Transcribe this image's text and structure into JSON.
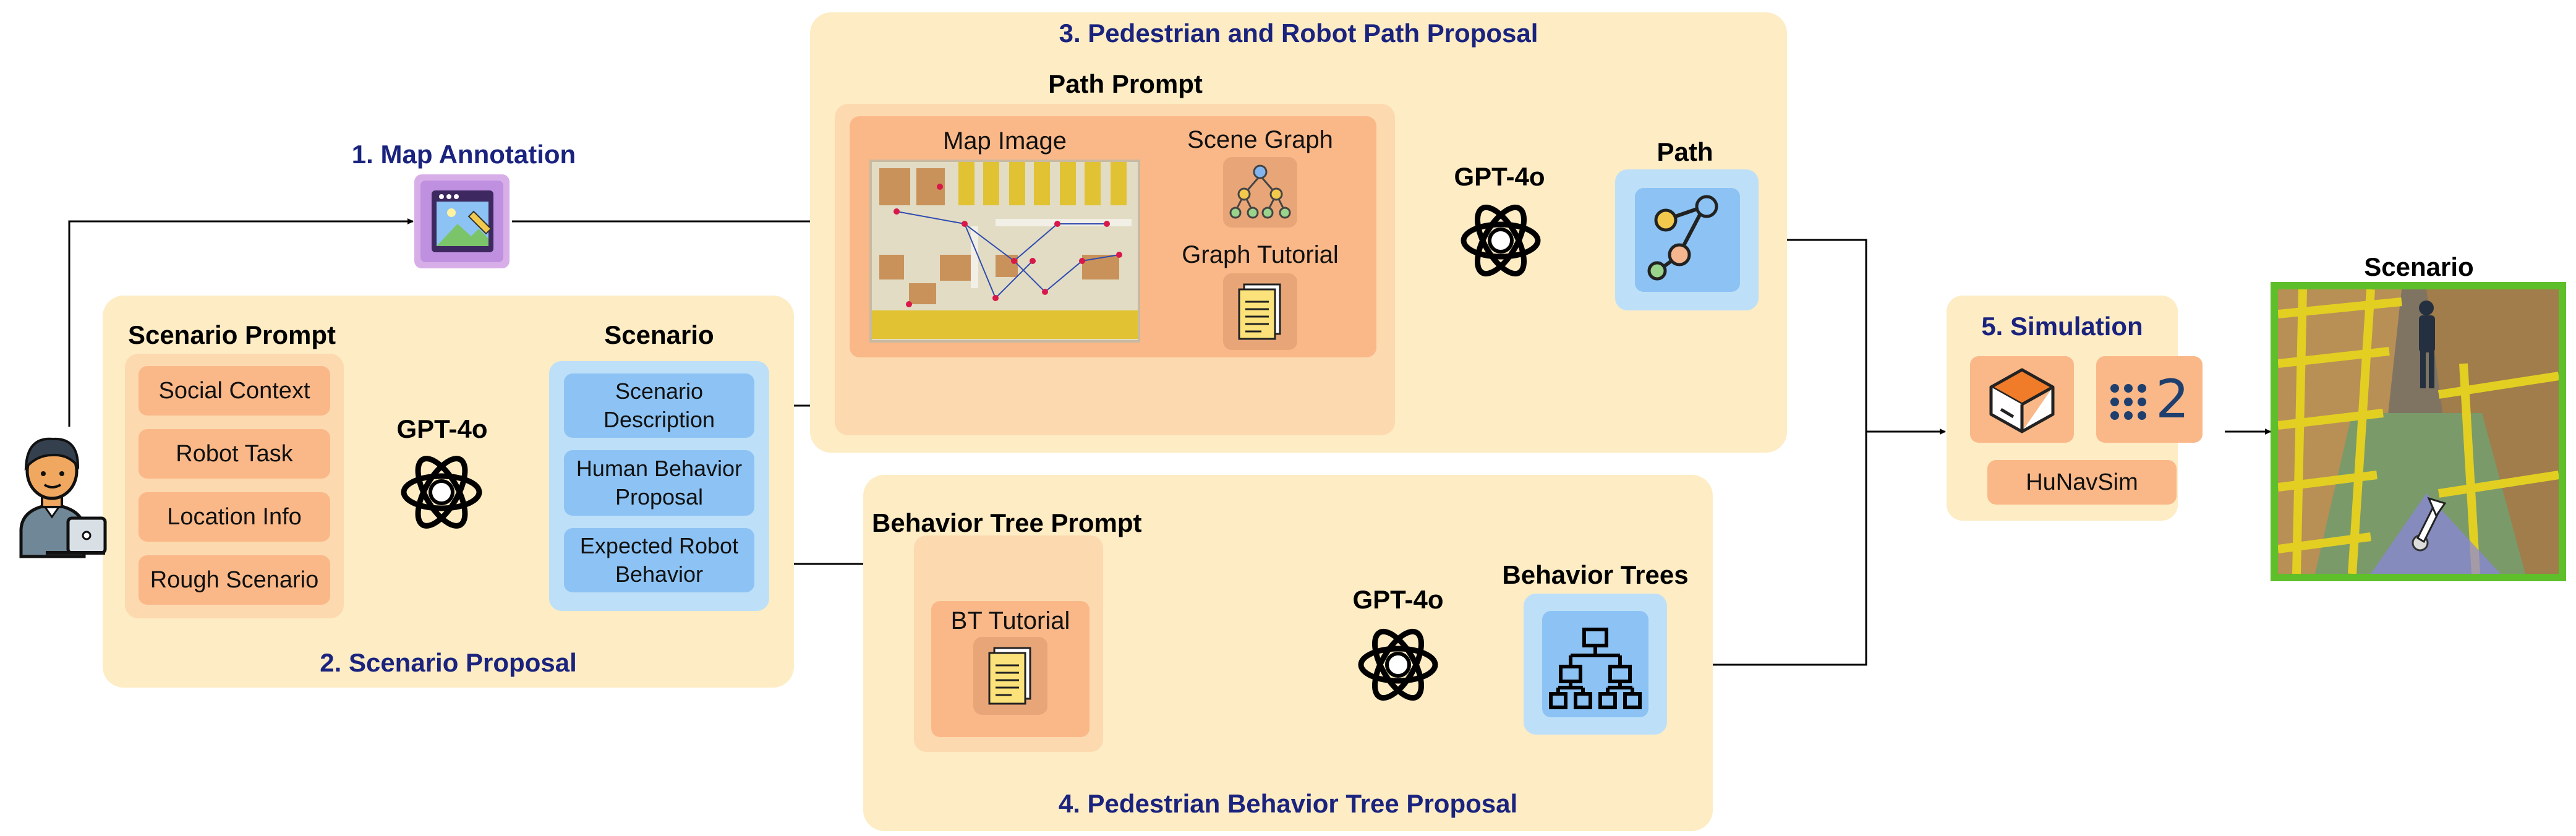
{
  "stages": {
    "map_annotation": "1. Map Annotation",
    "scenario_proposal": "2. Scenario Proposal",
    "path_proposal": "3. Pedestrian and Robot Path Proposal",
    "bt_proposal": "4. Pedestrian Behavior Tree Proposal",
    "simulation": "5. Simulation"
  },
  "scenario_prompt": {
    "title": "Scenario Prompt",
    "items": [
      "Social Context",
      "Robot Task",
      "Location Info",
      "Rough Scenario"
    ]
  },
  "scenario": {
    "title": "Scenario",
    "items": [
      "Scenario Description",
      "Human Behavior Proposal",
      "Expected Robot Behavior"
    ]
  },
  "path_prompt": {
    "title": "Path Prompt",
    "map_image": "Map Image",
    "scene_graph": "Scene Graph",
    "graph_tutorial": "Graph Tutorial"
  },
  "bt_prompt": {
    "title": "Behavior Tree Prompt",
    "tutorial": "BT Tutorial"
  },
  "models": {
    "gpt_1": "GPT-4o",
    "gpt_2": "GPT-4o",
    "gpt_3": "GPT-4o"
  },
  "outputs": {
    "path": "Path",
    "behavior_trees": "Behavior Trees",
    "scenario": "Scenario"
  },
  "simulation": {
    "hunavsim": "HuNavSim",
    "ros_badge": "2"
  },
  "colors": {
    "panel": "#fdecc4",
    "orange": "#fdd9b0",
    "tile": "#fab888",
    "blue_outer": "#bde0f8",
    "blue_tile": "#8cc3f4",
    "navy": "#1a237e",
    "sim_border": "#5fbf2a"
  }
}
